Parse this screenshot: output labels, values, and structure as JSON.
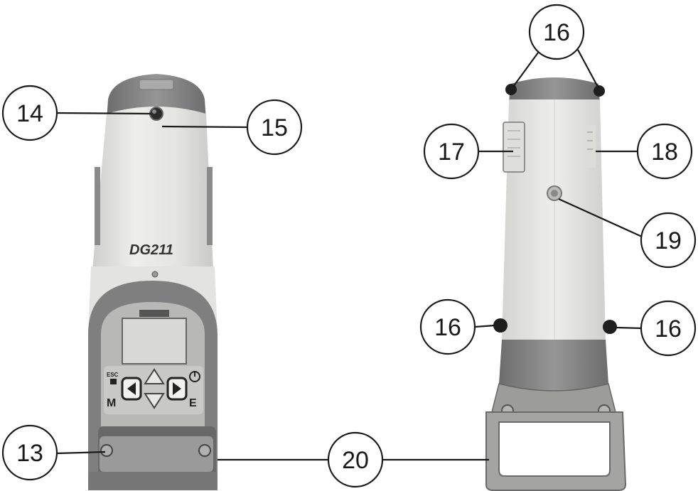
{
  "device": {
    "model_label": "DG211",
    "keypad": {
      "esc_label": "ESC",
      "m_label": "M",
      "e_label": "E"
    }
  },
  "callouts": [
    {
      "id": "13",
      "label": "13"
    },
    {
      "id": "14",
      "label": "14"
    },
    {
      "id": "15",
      "label": "15"
    },
    {
      "id": "16a",
      "label": "16"
    },
    {
      "id": "16b",
      "label": "16"
    },
    {
      "id": "16c",
      "label": "16"
    },
    {
      "id": "17",
      "label": "17"
    },
    {
      "id": "18",
      "label": "18"
    },
    {
      "id": "19",
      "label": "19"
    },
    {
      "id": "20",
      "label": "20"
    }
  ],
  "colors": {
    "body": "#e6e7e5",
    "body_shadow": "#cfd0cd",
    "cap": "#8a8a8a",
    "cap_dark": "#6d6d6d",
    "knob": "#1e1e1e",
    "line": "#1a1a1a"
  }
}
